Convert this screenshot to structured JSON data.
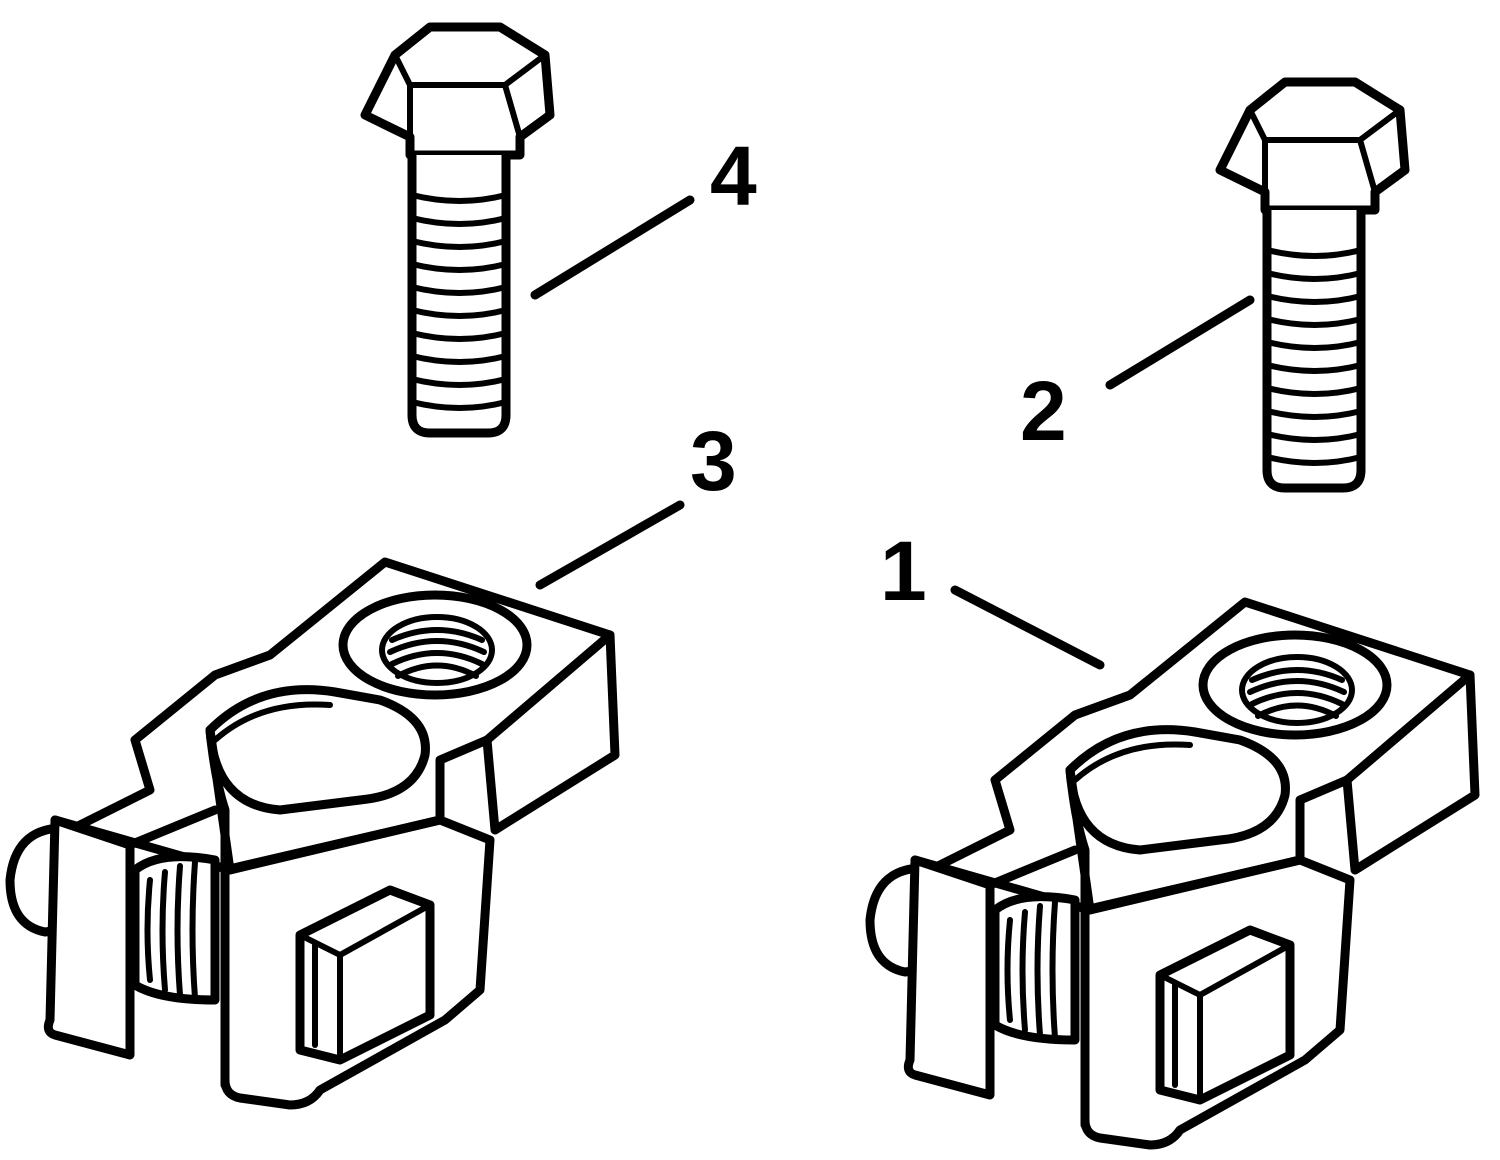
{
  "diagram": {
    "colors": {
      "line": "#000000",
      "background": "#ffffff"
    },
    "callouts": [
      {
        "id": "1",
        "label": "1"
      },
      {
        "id": "2",
        "label": "2"
      },
      {
        "id": "3",
        "label": "3"
      },
      {
        "id": "4",
        "label": "4"
      }
    ]
  }
}
